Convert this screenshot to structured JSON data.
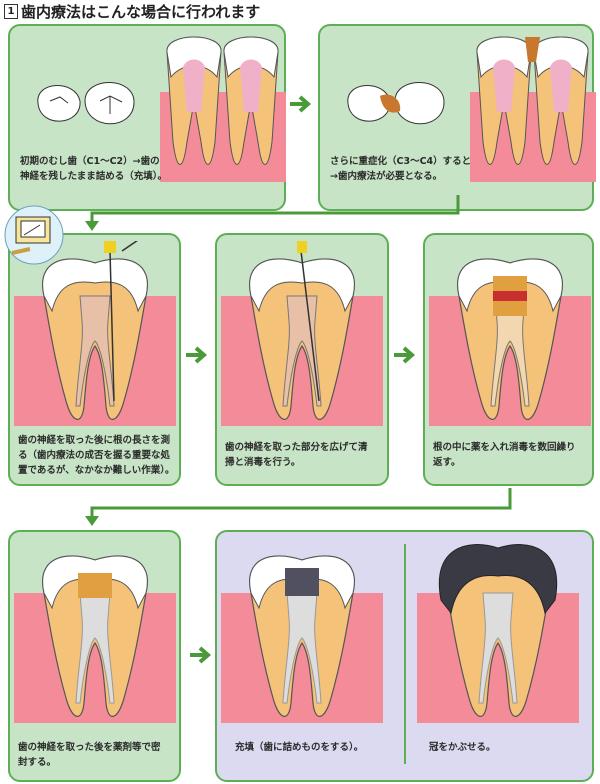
{
  "title": {
    "number": "1",
    "text": "歯内療法はこんな場合に行われます"
  },
  "steps": [
    {
      "lines": [
        "初期のむし歯（C1～C2）→歯の",
        "神経を残したまま詰める（充填）。"
      ]
    },
    {
      "lines": [
        "さらに重症化（C3～C4）すると",
        "→歯内療法が必要となる。"
      ]
    },
    {
      "lines": [
        "歯の神経を取った後に根の長さを測",
        "る（歯内療法の成否を握る重要な処",
        "置であるが、なかなか難しい作業）。"
      ]
    },
    {
      "lines": [
        "歯の神経を取った部分を広げて清",
        "掃と消毒を行う。"
      ]
    },
    {
      "lines": [
        "根の中に薬を入れ消毒を数回繰り",
        "返す。"
      ]
    },
    {
      "lines": [
        "歯の神経を取った後を薬剤等で密",
        "封する。"
      ]
    },
    {
      "lines": [
        "充填（歯に詰めものをする）。"
      ]
    },
    {
      "lines": [
        "冠をかぶせる。"
      ]
    }
  ],
  "colors": {
    "panel": "#c7e4c6",
    "border": "#5eae55",
    "arrow": "#4a9a3a",
    "gum": "#f38c98",
    "root": "#f5c27a",
    "enamel": "#ffffff",
    "pulp": "#f0b0c8",
    "purple": "#dcdaf1"
  }
}
